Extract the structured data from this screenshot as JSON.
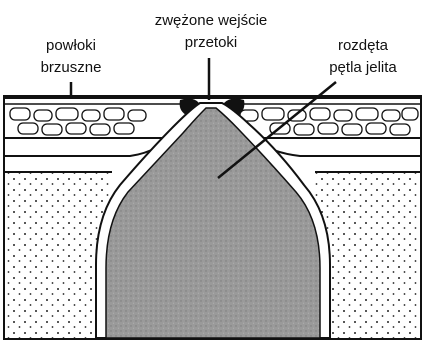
{
  "labels": {
    "abdominal_wall": [
      "powłoki",
      "brzuszne"
    ],
    "narrowed_opening": [
      "zwężone wejście",
      "przetoki"
    ],
    "distended_loop": [
      "rozdęta",
      "pętla jelita"
    ]
  },
  "colors": {
    "bowel_fill": "#9a9a9a",
    "bowel_wall": "#ffffff",
    "outline": "#111111",
    "tissue_dots": "#222222",
    "background": "#ffffff"
  }
}
